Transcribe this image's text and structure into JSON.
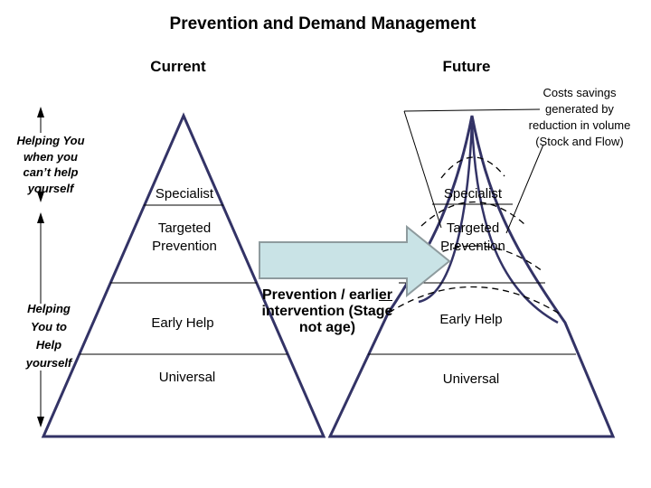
{
  "title": "Prevention and Demand Management",
  "pyramids": {
    "current": {
      "heading": "Current",
      "levels": {
        "specialist": "Specialist",
        "targeted": "Targeted Prevention",
        "early_help": "Early Help",
        "universal": "Universal"
      }
    },
    "future": {
      "heading": "Future",
      "levels": {
        "specialist": "Specialist",
        "targeted": "Targeted Prevention",
        "early_help": "Early Help",
        "universal": "Universal"
      }
    }
  },
  "cost_callout": {
    "lines": [
      "Costs savings",
      "generated by",
      "reduction in volume",
      "(Stock and Flow)"
    ]
  },
  "left_annotations": {
    "top_arrow_text": {
      "lines": [
        "Helping You",
        "when you",
        "can’t help",
        "yourself"
      ]
    },
    "bottom_arrow_text": {
      "lines": [
        "Helping",
        "You to",
        "Help",
        "yourself"
      ]
    }
  },
  "center_note": {
    "line1_prefix": "Prevention / earli",
    "line1_underlined": "er",
    "line2": "intervention (Stage",
    "line3": "not age)"
  },
  "colors": {
    "pyramid_navy": "#333366",
    "arrow_fill": "#C9E3E6",
    "arrow_border": "#8E9B9E",
    "line_black": "#000000"
  }
}
